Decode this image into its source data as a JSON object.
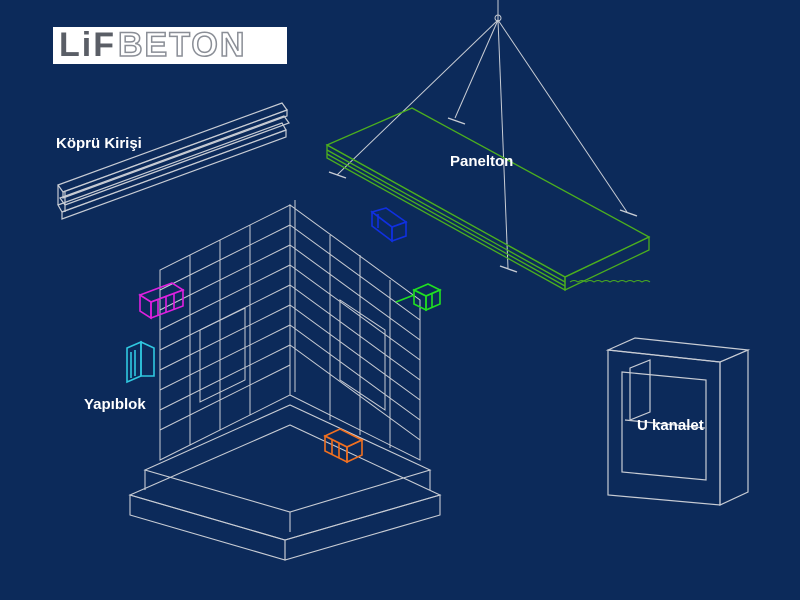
{
  "logo": {
    "part1": "LiF",
    "part2": "BETON"
  },
  "labels": {
    "kopru_kirisi": "Köprü Kirişi",
    "panelton": "Panelton",
    "yapiblok": "Yapıblok",
    "u_kanalet": "U kanalet"
  },
  "colors": {
    "background": "#0c2a5a",
    "line": "#c8ccd4",
    "panel": "#4caf1e",
    "block_magenta": "#e020e0",
    "block_cyan": "#30c8e0",
    "block_blue": "#1030e0",
    "block_green": "#20e020",
    "block_orange": "#f07020"
  }
}
